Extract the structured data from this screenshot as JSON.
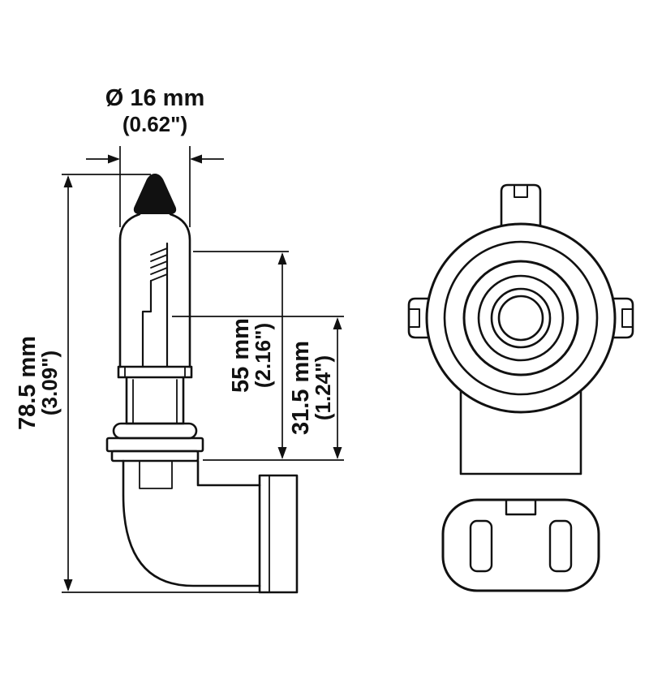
{
  "figure": {
    "type": "technical-drawing",
    "subject": "halogen bulb side view and front view with connector",
    "background_color": "#ffffff",
    "line_color": "#111111"
  },
  "dims": {
    "diameter": {
      "metric": "Ø 16 mm",
      "imperial": "(0.62\")"
    },
    "overall": {
      "metric": "78.5 mm",
      "imperial": "(3.09\")"
    },
    "tip_to_seat": {
      "metric": "55 mm",
      "imperial": "(2.16\")"
    },
    "lcl": {
      "metric": "31.5 mm",
      "imperial": "(1.24\")"
    }
  }
}
